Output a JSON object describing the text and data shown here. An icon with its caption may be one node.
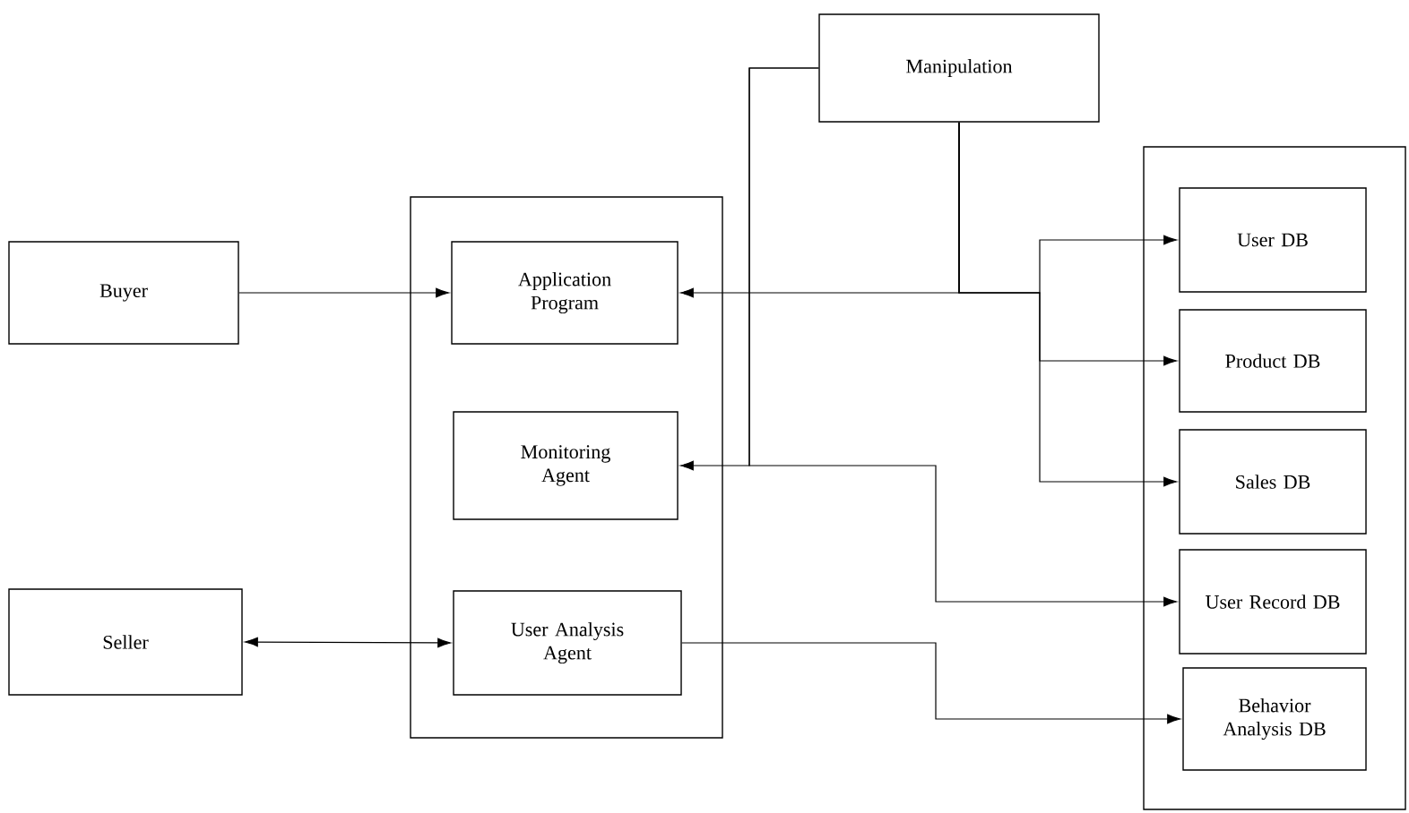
{
  "diagram": {
    "nodes": [
      {
        "text": [
          "Buyer"
        ]
      },
      {
        "text": [
          "Seller"
        ]
      },
      {
        "text": [],
        "shape": "box"
      },
      {
        "text": [
          "Application Program"
        ],
        "in": 2
      },
      {
        "text": [
          "Monitoring Agent"
        ],
        "in": 2
      },
      {
        "text": [
          "User Analysis Agent"
        ],
        "in": 2
      },
      {
        "text": [
          "Manipulation"
        ]
      },
      {
        "text": [],
        "shape": "box"
      },
      {
        "text": [
          "User DB"
        ],
        "in": 7
      },
      {
        "text": [
          "Product DB"
        ],
        "in": 7
      },
      {
        "text": [
          "Sales DB"
        ],
        "in": 7
      },
      {
        "text": [
          "User Record DB"
        ],
        "in": 7
      },
      {
        "text": [
          "Behavior Analysis DB"
        ],
        "in": 7
      }
    ],
    "edges": [
      {
        "from": 0,
        "to": 3,
        "arrow": "to"
      },
      {
        "from": 5,
        "to": 1,
        "arrow": "both"
      },
      {
        "from": 6,
        "to": 3,
        "arrow": "to"
      },
      {
        "from": 6,
        "to": 8,
        "arrow": "to"
      },
      {
        "from": 6,
        "to": 9,
        "arrow": "to"
      },
      {
        "from": 6,
        "to": 10,
        "arrow": "to"
      },
      {
        "from": 6,
        "to": 4,
        "arrow": "to"
      },
      {
        "from": 6,
        "to": 11,
        "arrow": "to"
      },
      {
        "from": 5,
        "to": 12,
        "arrow": "to"
      }
    ]
  }
}
